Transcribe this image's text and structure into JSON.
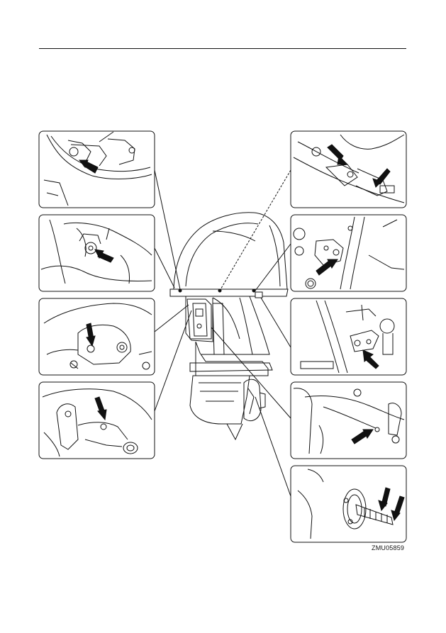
{
  "figure": {
    "code": "ZMU05859"
  },
  "panels": {
    "left": [
      {
        "name": "panel-left-1"
      },
      {
        "name": "panel-left-2"
      },
      {
        "name": "panel-left-3"
      },
      {
        "name": "panel-left-4"
      }
    ],
    "right": [
      {
        "name": "panel-right-1"
      },
      {
        "name": "panel-right-2"
      },
      {
        "name": "panel-right-3"
      },
      {
        "name": "panel-right-4"
      },
      {
        "name": "panel-right-5"
      }
    ]
  },
  "colors": {
    "line": "#111111",
    "background": "#ffffff"
  }
}
